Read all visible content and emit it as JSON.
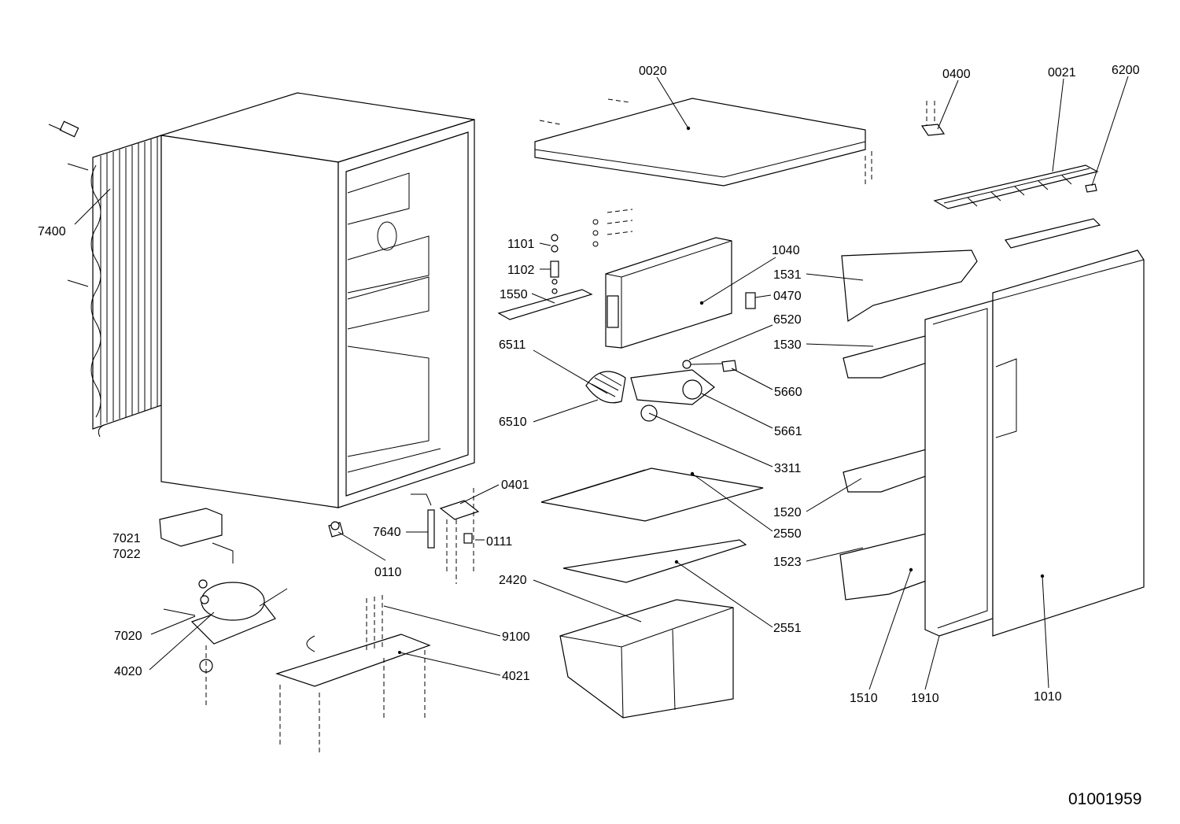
{
  "diagram": {
    "document_number": "01001959",
    "labels": {
      "p0020": "0020",
      "p0400": "0400",
      "p0021": "0021",
      "p6200": "6200",
      "p7400": "7400",
      "p1101": "1101",
      "p1102": "1102",
      "p1550": "1550",
      "p1040": "1040",
      "p1531": "1531",
      "p0470": "0470",
      "p6520": "6520",
      "p1530": "1530",
      "p6511": "6511",
      "p5660": "5660",
      "p6510": "6510",
      "p5661": "5661",
      "p3311": "3311",
      "p0401": "0401",
      "p2550": "2550",
      "p7640": "7640",
      "p0111": "0111",
      "p1520": "1520",
      "p7021": "7021",
      "p7022": "7022",
      "p0110": "0110",
      "p1523": "1523",
      "p2420": "2420",
      "p9100": "9100",
      "p2551": "2551",
      "p7020": "7020",
      "p4021": "4021",
      "p4020": "4020",
      "p1510": "1510",
      "p1910": "1910",
      "p1010": "1010"
    }
  }
}
